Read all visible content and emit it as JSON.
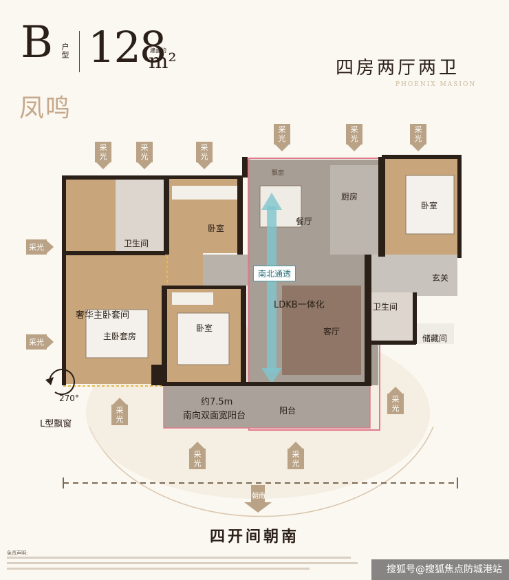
{
  "header": {
    "type_letter": "B",
    "type_label": "户型",
    "area_note": "建面约",
    "area_value": "128",
    "area_unit": "m²",
    "layout_title": "四房两厅两卫",
    "brand_en": "PHOENIX MASION",
    "brand_cn": "凤鸣"
  },
  "light_label": "采光",
  "rooms": {
    "master_suite": "奢华主卧套间",
    "master_bedroom": "主卧套房",
    "bathroom_master": "卫生间",
    "bedroom_top": "卧室",
    "bedroom_bottom": "卧室",
    "bedroom_right": "卧室",
    "dining": "餐厅",
    "kitchen": "厨房",
    "living": "客厅",
    "ldkb": "LDKB一体化",
    "foyer": "玄关",
    "bathroom_guest": "卫生间",
    "storage": "储藏间",
    "balcony": "阳台",
    "bay_window": "飘窗"
  },
  "badges": {
    "north_south": "南北通透"
  },
  "balcony_note": {
    "width": "约7.5m",
    "desc": "南向双面宽阳台"
  },
  "l_window": {
    "angle": "270°",
    "label": "L型飘窗"
  },
  "orientation": {
    "south": "朝南",
    "footer": "四开间朝南"
  },
  "disclaimer": {
    "heading": "免责声明:"
  },
  "watermark": {
    "text": "搜狐号@搜狐焦点防城港站"
  },
  "colors": {
    "wall": "#2b2018",
    "floor_wood": "#c9a57b",
    "floor_grey": "#a9a19a",
    "accent_pink": "#e07a8c",
    "teal": "#4a9ba5",
    "tag": "#b9a285"
  }
}
